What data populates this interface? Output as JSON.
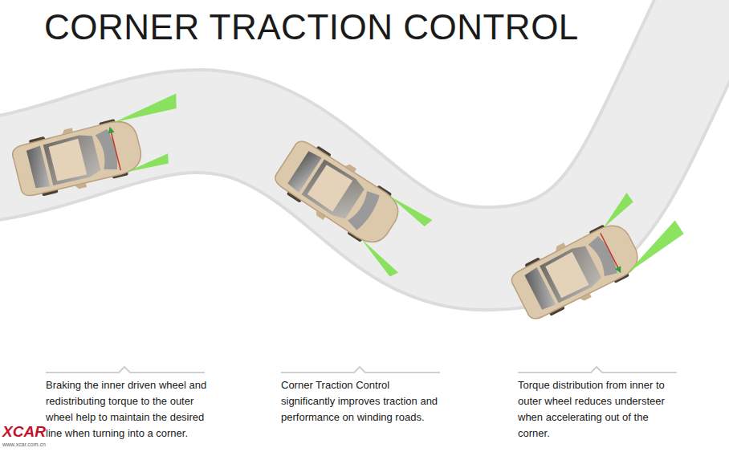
{
  "diagram": {
    "title": "CORNER TRACTION CONTROL",
    "labels": [
      "Braking the inner driven wheel and redistributing torque to the outer wheel help to maintain the desired line when turning into a corner.",
      "Corner Traction Control significantly improves traction and performance on winding roads.",
      "Torque distribution from inner to outer wheel reduces understeer when accelerating out of the corner.",
      "XCAR",
      "www.xcar.com.cn"
    ]
  }
}
